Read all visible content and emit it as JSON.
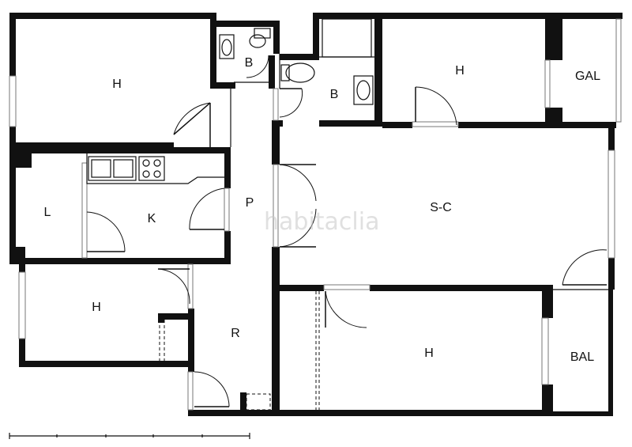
{
  "watermark": "habitaclia",
  "rooms": [
    {
      "id": "h1",
      "label": "H"
    },
    {
      "id": "b1",
      "label": "B"
    },
    {
      "id": "b2",
      "label": "B"
    },
    {
      "id": "h2",
      "label": "H"
    },
    {
      "id": "gal",
      "label": "GAL"
    },
    {
      "id": "l",
      "label": "L"
    },
    {
      "id": "k",
      "label": "K"
    },
    {
      "id": "p",
      "label": "P"
    },
    {
      "id": "sc",
      "label": "S-C"
    },
    {
      "id": "h3",
      "label": "H"
    },
    {
      "id": "r",
      "label": "R"
    },
    {
      "id": "h4",
      "label": "H"
    },
    {
      "id": "bal",
      "label": "BAL"
    }
  ]
}
